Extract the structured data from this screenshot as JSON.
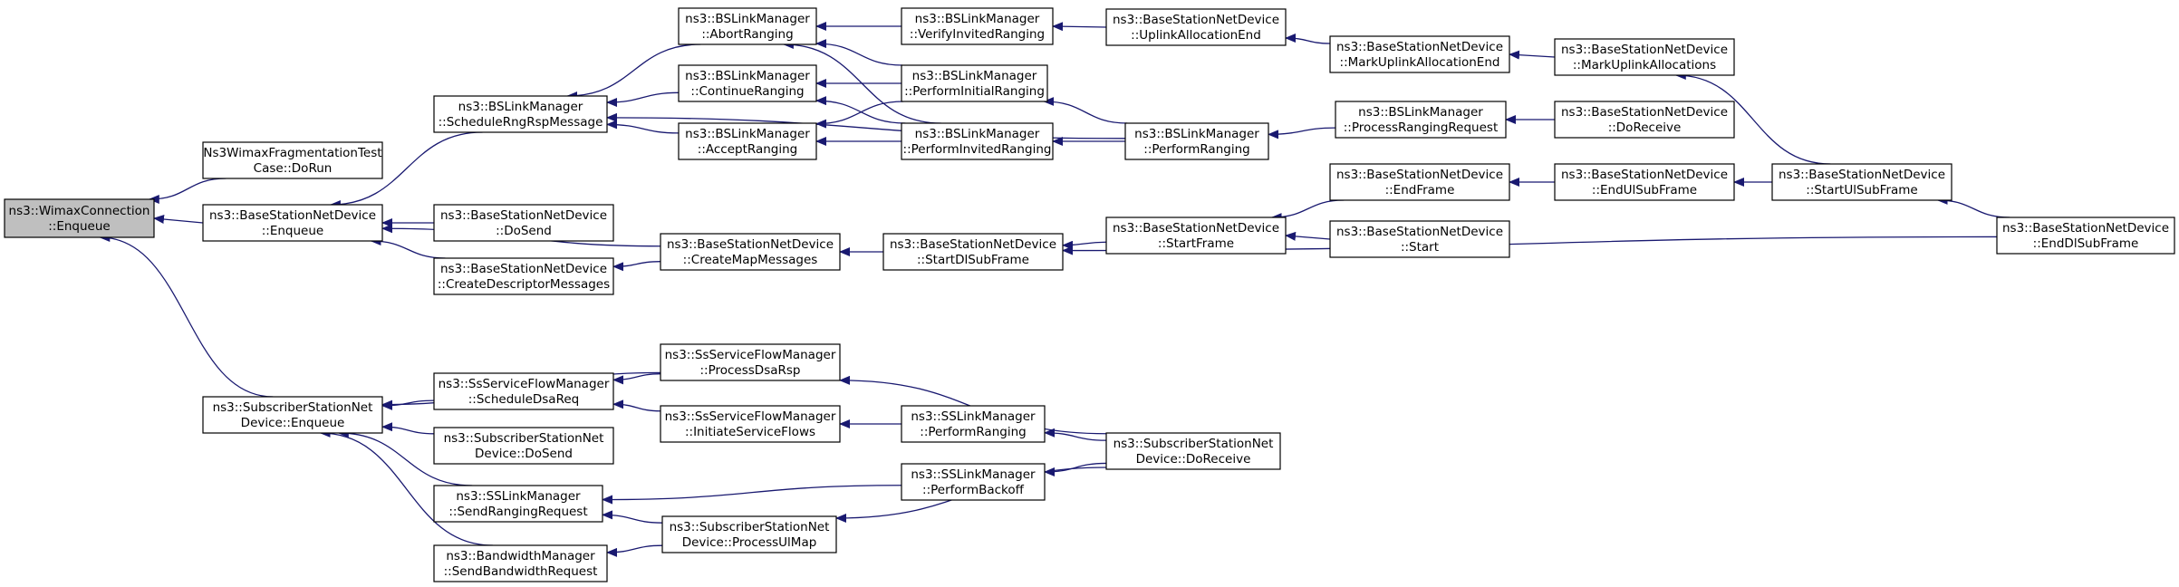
{
  "colors": {
    "edge": "#191970",
    "focus_fill": "#bfbfbf",
    "node_fill": "#ffffff",
    "node_stroke": "#000000"
  },
  "nodes": [
    {
      "id": "n0",
      "lines": [
        "ns3::WimaxConnection",
        "::Enqueue"
      ],
      "focus": true
    },
    {
      "id": "n1",
      "lines": [
        "Ns3WimaxFragmentationTest",
        "Case::DoRun"
      ]
    },
    {
      "id": "n2",
      "lines": [
        "ns3::BaseStationNetDevice",
        "::Enqueue"
      ]
    },
    {
      "id": "n3",
      "lines": [
        "ns3::SubscriberStationNet",
        "Device::Enqueue"
      ]
    },
    {
      "id": "n4",
      "lines": [
        "ns3::BSLinkManager",
        "::ScheduleRngRspMessage"
      ]
    },
    {
      "id": "n5",
      "lines": [
        "ns3::BaseStationNetDevice",
        "::DoSend"
      ]
    },
    {
      "id": "n6",
      "lines": [
        "ns3::BaseStationNetDevice",
        "::CreateDescriptorMessages"
      ]
    },
    {
      "id": "n7",
      "lines": [
        "ns3::SsServiceFlowManager",
        "::ScheduleDsaReq"
      ]
    },
    {
      "id": "n8",
      "lines": [
        "ns3::SubscriberStationNet",
        "Device::DoSend"
      ]
    },
    {
      "id": "n9",
      "lines": [
        "ns3::SSLinkManager",
        "::SendRangingRequest"
      ]
    },
    {
      "id": "n10",
      "lines": [
        "ns3::BandwidthManager",
        "::SendBandwidthRequest"
      ]
    },
    {
      "id": "n11",
      "lines": [
        "ns3::BSLinkManager",
        "::AbortRanging"
      ]
    },
    {
      "id": "n12",
      "lines": [
        "ns3::BSLinkManager",
        "::ContinueRanging"
      ]
    },
    {
      "id": "n13",
      "lines": [
        "ns3::BSLinkManager",
        "::AcceptRanging"
      ]
    },
    {
      "id": "n14",
      "lines": [
        "ns3::BaseStationNetDevice",
        "::CreateMapMessages"
      ]
    },
    {
      "id": "n15",
      "lines": [
        "ns3::SsServiceFlowManager",
        "::ProcessDsaRsp"
      ]
    },
    {
      "id": "n16",
      "lines": [
        "ns3::SsServiceFlowManager",
        "::InitiateServiceFlows"
      ]
    },
    {
      "id": "n17",
      "lines": [
        "ns3::SubscriberStationNet",
        "Device::ProcessUlMap"
      ]
    },
    {
      "id": "n18",
      "lines": [
        "ns3::BSLinkManager",
        "::VerifyInvitedRanging"
      ]
    },
    {
      "id": "n19",
      "lines": [
        "ns3::BSLinkManager",
        "::PerformInitialRanging"
      ]
    },
    {
      "id": "n20",
      "lines": [
        "ns3::BSLinkManager",
        "::PerformInvitedRanging"
      ]
    },
    {
      "id": "n21",
      "lines": [
        "ns3::BaseStationNetDevice",
        "::StartDlSubFrame"
      ]
    },
    {
      "id": "n22",
      "lines": [
        "ns3::SSLinkManager",
        "::PerformRanging"
      ]
    },
    {
      "id": "n23",
      "lines": [
        "ns3::SSLinkManager",
        "::PerformBackoff"
      ]
    },
    {
      "id": "n24",
      "lines": [
        "ns3::BaseStationNetDevice",
        "::UplinkAllocationEnd"
      ]
    },
    {
      "id": "n25",
      "lines": [
        "ns3::BSLinkManager",
        "::PerformRanging"
      ]
    },
    {
      "id": "n26",
      "lines": [
        "ns3::BaseStationNetDevice",
        "::StartFrame"
      ]
    },
    {
      "id": "n27",
      "lines": [
        "ns3::SubscriberStationNet",
        "Device::DoReceive"
      ]
    },
    {
      "id": "n28",
      "lines": [
        "ns3::BaseStationNetDevice",
        "::MarkUplinkAllocationEnd"
      ]
    },
    {
      "id": "n29",
      "lines": [
        "ns3::BSLinkManager",
        "::ProcessRangingRequest"
      ]
    },
    {
      "id": "n30",
      "lines": [
        "ns3::BaseStationNetDevice",
        "::EndFrame"
      ]
    },
    {
      "id": "n31",
      "lines": [
        "ns3::BaseStationNetDevice",
        "::Start"
      ]
    },
    {
      "id": "n32",
      "lines": [
        "ns3::BaseStationNetDevice",
        "::MarkUplinkAllocations"
      ]
    },
    {
      "id": "n33",
      "lines": [
        "ns3::BaseStationNetDevice",
        "::DoReceive"
      ]
    },
    {
      "id": "n34",
      "lines": [
        "ns3::BaseStationNetDevice",
        "::EndUlSubFrame"
      ]
    },
    {
      "id": "n35",
      "lines": [
        "ns3::BaseStationNetDevice",
        "::StartUlSubFrame"
      ]
    },
    {
      "id": "n36",
      "lines": [
        "ns3::BaseStationNetDevice",
        "::EndDlSubFrame"
      ]
    }
  ],
  "edges": [
    [
      "n1",
      "n0"
    ],
    [
      "n2",
      "n0"
    ],
    [
      "n3",
      "n0"
    ],
    [
      "n4",
      "n2"
    ],
    [
      "n5",
      "n2"
    ],
    [
      "n6",
      "n2"
    ],
    [
      "n14",
      "n2"
    ],
    [
      "n7",
      "n3"
    ],
    [
      "n8",
      "n3"
    ],
    [
      "n9",
      "n3"
    ],
    [
      "n10",
      "n3"
    ],
    [
      "n15",
      "n3"
    ],
    [
      "n11",
      "n4"
    ],
    [
      "n12",
      "n4"
    ],
    [
      "n13",
      "n4"
    ],
    [
      "n25",
      "n4"
    ],
    [
      "n14",
      "n6"
    ],
    [
      "n15",
      "n7"
    ],
    [
      "n16",
      "n7"
    ],
    [
      "n17",
      "n9"
    ],
    [
      "n23",
      "n9"
    ],
    [
      "n17",
      "n10"
    ],
    [
      "n18",
      "n11"
    ],
    [
      "n19",
      "n11"
    ],
    [
      "n20",
      "n11"
    ],
    [
      "n19",
      "n12"
    ],
    [
      "n20",
      "n12"
    ],
    [
      "n19",
      "n13"
    ],
    [
      "n20",
      "n13"
    ],
    [
      "n21",
      "n14"
    ],
    [
      "n27",
      "n15"
    ],
    [
      "n22",
      "n16"
    ],
    [
      "n27",
      "n17"
    ],
    [
      "n24",
      "n18"
    ],
    [
      "n25",
      "n19"
    ],
    [
      "n25",
      "n20"
    ],
    [
      "n26",
      "n21"
    ],
    [
      "n36",
      "n21"
    ],
    [
      "n27",
      "n22"
    ],
    [
      "n27",
      "n23"
    ],
    [
      "n28",
      "n24"
    ],
    [
      "n29",
      "n25"
    ],
    [
      "n30",
      "n26"
    ],
    [
      "n31",
      "n26"
    ],
    [
      "n32",
      "n28"
    ],
    [
      "n33",
      "n29"
    ],
    [
      "n34",
      "n30"
    ],
    [
      "n35",
      "n32"
    ],
    [
      "n35",
      "n34"
    ],
    [
      "n36",
      "n35"
    ]
  ]
}
